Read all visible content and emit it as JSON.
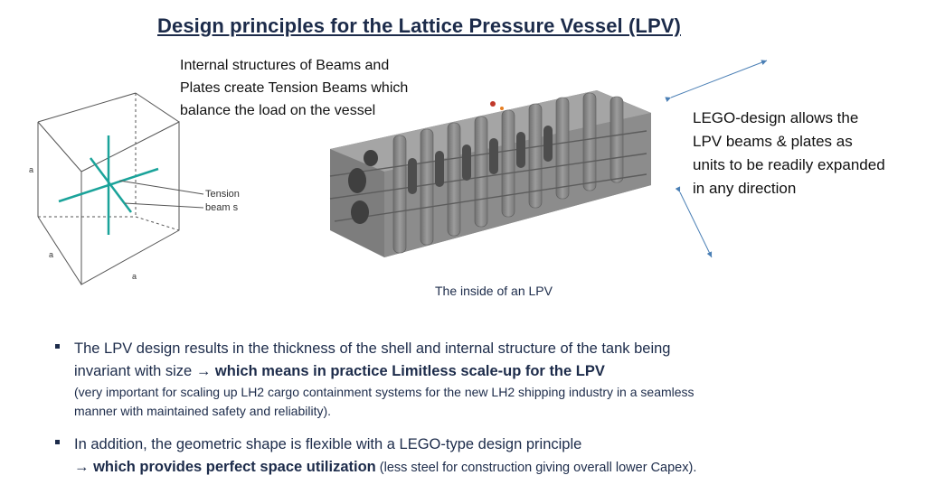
{
  "title": "Design principles for the Lattice Pressure Vessel (LPV)",
  "intro": {
    "line1": "Internal structures of Beams and",
    "line2": "Plates create Tension Beams which",
    "line3": "balance the load on the vessel"
  },
  "diagram": {
    "tension_label_1": "Tension",
    "tension_label_2": "beam s",
    "side_label": "a",
    "accent_color": "#1aa39a"
  },
  "caption": "The inside of an LPV",
  "lego": {
    "line1": "LEGO-design allows the",
    "line2": "LPV beams & plates as",
    "line3": "units to be readily expanded",
    "line4": "in any direction"
  },
  "bullets": {
    "b1_line1": "The LPV design results in the thickness of the shell and internal structure of the tank being",
    "b1_line2_plain": "invariant with size ",
    "b1_line2_arrow": "→ ",
    "b1_line2_bold": "which means in practice Limitless scale-up for the LPV",
    "b1_note1": "(very important for scaling up LH2 cargo containment systems for the new LH2 shipping industry in a seamless",
    "b1_note2": " manner with maintained safety and reliability).",
    "b2_line1": "In addition, the geometric shape is flexible with a LEGO-type design principle",
    "b2_line2_arrow": "→ ",
    "b2_line2_bold": "which provides perfect space utilization",
    "b2_line2_plain": " (less steel for construction giving overall lower Capex)."
  },
  "colors": {
    "title": "#1c2b4a",
    "text_blue": "#1c2b4a",
    "arrow_blue": "#4a7fb5",
    "vessel_gray": "#8a8a8a"
  }
}
